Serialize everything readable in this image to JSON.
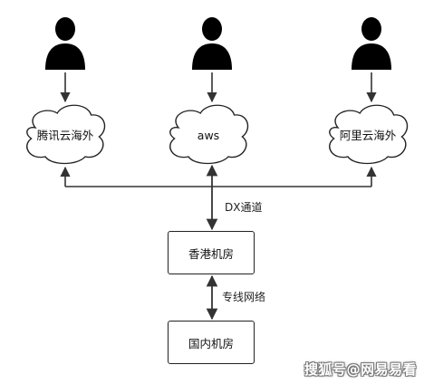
{
  "nodes": {
    "cloud_left": "腾讯云海外",
    "cloud_center": "aws",
    "cloud_right": "阿里云海外",
    "hk_room": "香港机房",
    "domestic_room": "国内机房"
  },
  "edges": {
    "dx_channel": "DX通道",
    "dedicated_line": "专线网络"
  },
  "watermark": "搜狐号@网易易看",
  "colors": {
    "user_fill": "#000000",
    "line": "#333333",
    "box_border": "#222222",
    "cloud_stroke": "#222222"
  }
}
